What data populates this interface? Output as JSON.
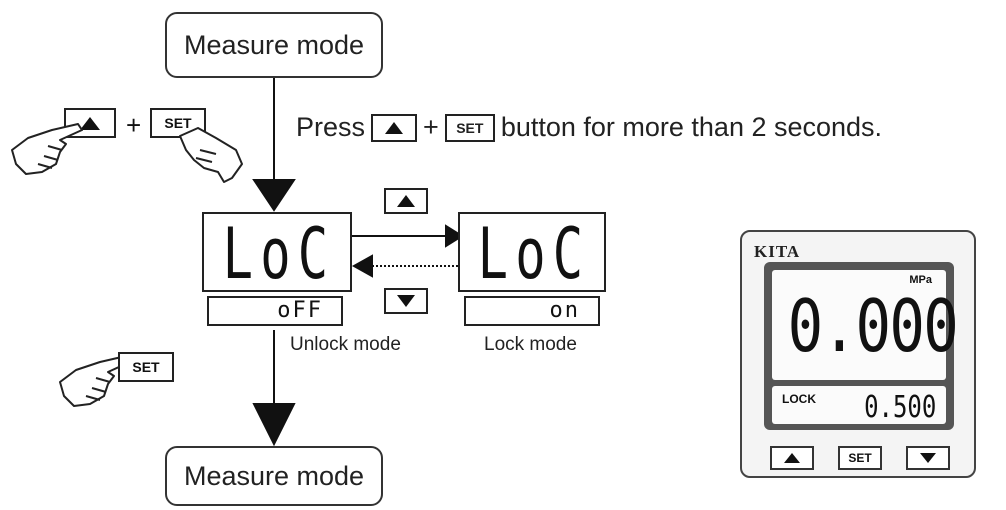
{
  "modes": {
    "top": "Measure mode",
    "bottom": "Measure mode"
  },
  "instruction": {
    "press": "Press",
    "plus": "+",
    "set_key": "SET",
    "rest": "button for more than 2 seconds."
  },
  "combo": {
    "plus": "+",
    "set_key": "SET"
  },
  "set_hand_key": "SET",
  "unlock": {
    "main": "LoC",
    "sub": "oFF",
    "label": "Unlock mode"
  },
  "lock": {
    "main": "LoC",
    "sub": "on",
    "label": "Lock mode"
  },
  "device": {
    "brand": "KITA",
    "unit": "MPa",
    "main_value": "0.000",
    "lock_label": "LOCK",
    "sub_value": "0.500",
    "set_key": "SET"
  }
}
